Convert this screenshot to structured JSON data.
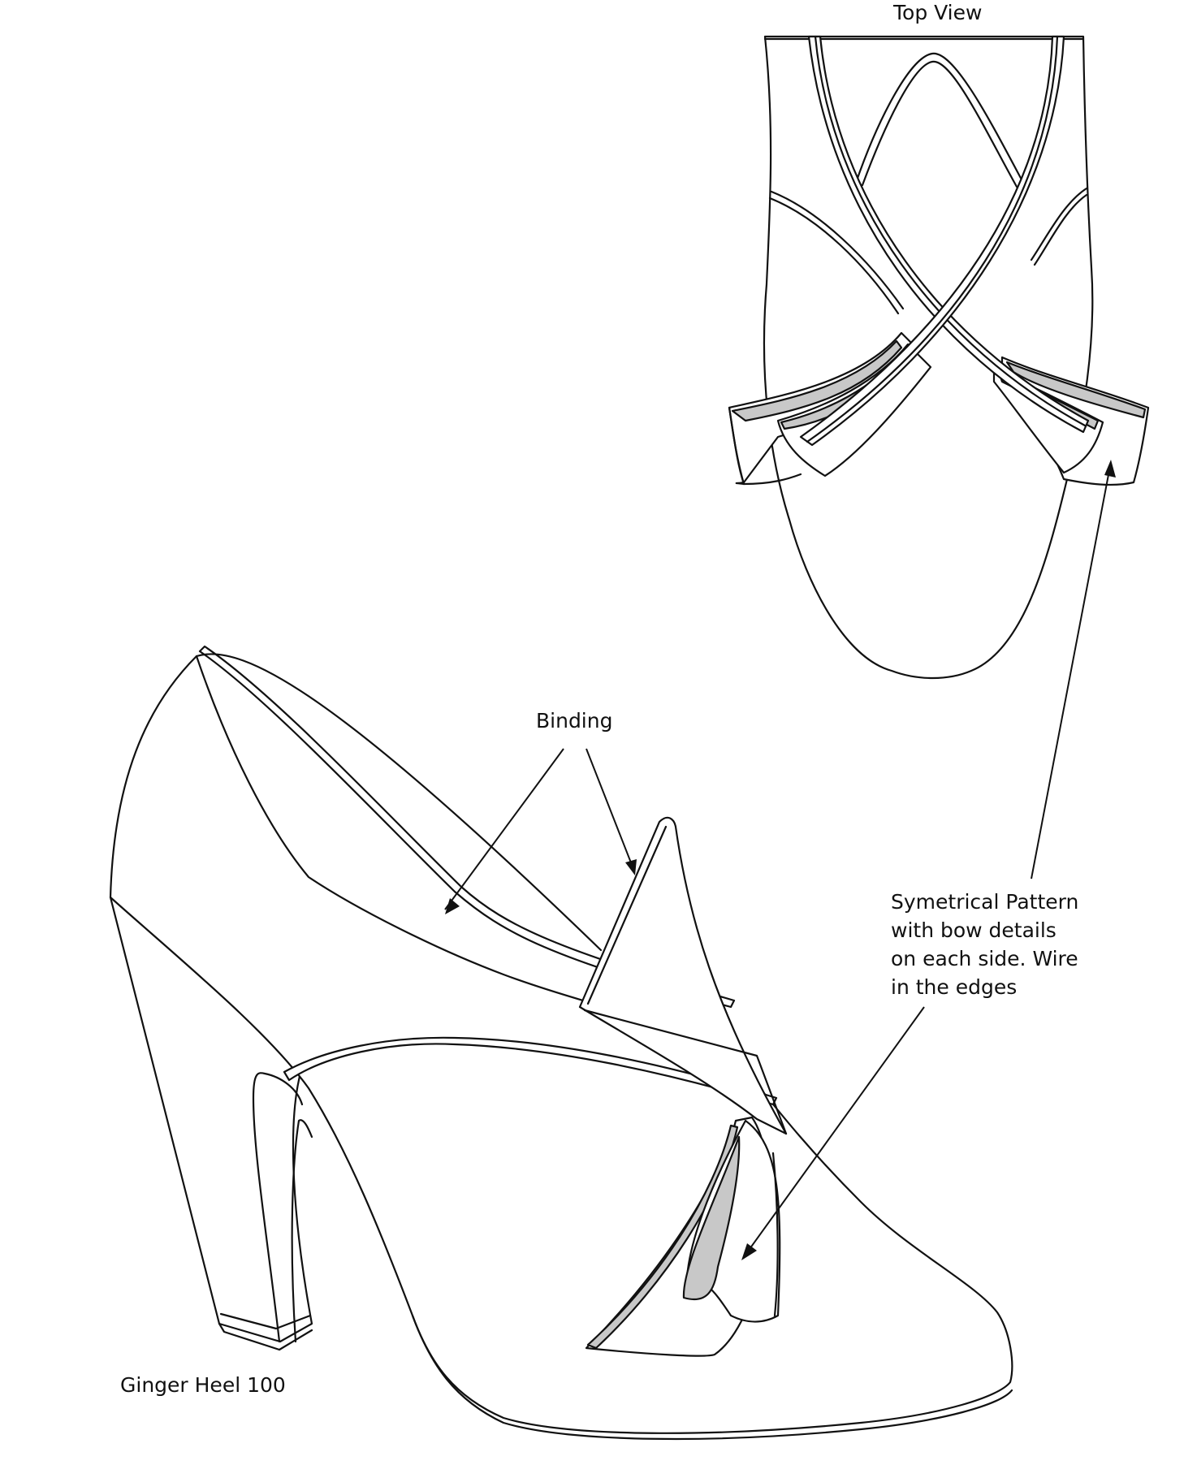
{
  "labels": {
    "top_view": "Top View",
    "binding": "Binding",
    "symmetrical": [
      "Symetrical Pattern",
      "with bow details",
      "on each side. Wire",
      "in the edges"
    ],
    "model": "Ginger Heel 100"
  }
}
